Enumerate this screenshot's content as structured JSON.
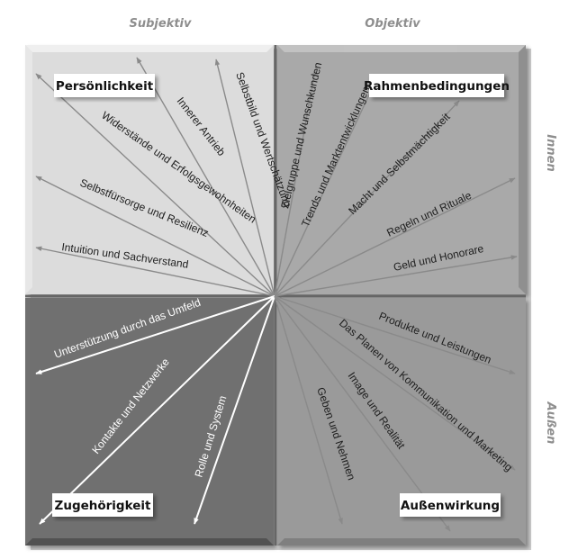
{
  "column_headers": {
    "left": "Subjektiv",
    "right": "Objektiv"
  },
  "row_headers": {
    "top": "Innen",
    "bottom": "Außen"
  },
  "quadrants": {
    "top_left": {
      "title": "Persönlichkeit",
      "color": "#dcdcdc"
    },
    "top_right": {
      "title": "Rahmenbedingungen",
      "color": "#a9a9a9"
    },
    "bottom_left": {
      "title": "Zugehörigkeit",
      "color": "#6f6f6f"
    },
    "bottom_right": {
      "title": "Außenwirkung",
      "color": "#9a9a9a"
    }
  },
  "rays": [
    {
      "label": "Selbstbild und Wertschätzung",
      "quadrant": "top_left"
    },
    {
      "label": "Innerer Antrieb",
      "quadrant": "top_left"
    },
    {
      "label": "Widerstände und Erfolgsgewohnheiten",
      "quadrant": "top_left"
    },
    {
      "label": "Selbstfürsorge und Resilienz",
      "quadrant": "top_left"
    },
    {
      "label": "Intuition und Sachverstand",
      "quadrant": "top_left"
    },
    {
      "label": "Zielgruppe und Wunschkunden",
      "quadrant": "top_right"
    },
    {
      "label": "Trends und Marktentwicklungen",
      "quadrant": "top_right"
    },
    {
      "label": "Macht und Selbstmächtigkeit",
      "quadrant": "top_right"
    },
    {
      "label": "Regeln und Rituale",
      "quadrant": "top_right"
    },
    {
      "label": "Geld und Honorare",
      "quadrant": "top_right"
    },
    {
      "label": "Unterstützung durch das Umfeld",
      "quadrant": "bottom_left"
    },
    {
      "label": "Kontakte und Netzwerke",
      "quadrant": "bottom_left"
    },
    {
      "label": "Rolle und System",
      "quadrant": "bottom_left"
    },
    {
      "label": "Produkte und Leistungen",
      "quadrant": "bottom_right"
    },
    {
      "label": "Das Planen von Kommunikation und Marketing",
      "quadrant": "bottom_right"
    },
    {
      "label": "Image und Realität",
      "quadrant": "bottom_right"
    },
    {
      "label": "Geben und Nehmen",
      "quadrant": "bottom_right"
    }
  ],
  "colors": {
    "ray_dark": "#8a8a8a",
    "ray_light": "#ffffff",
    "header_text": "#8e8e8e",
    "title_box": "#ffffff"
  }
}
